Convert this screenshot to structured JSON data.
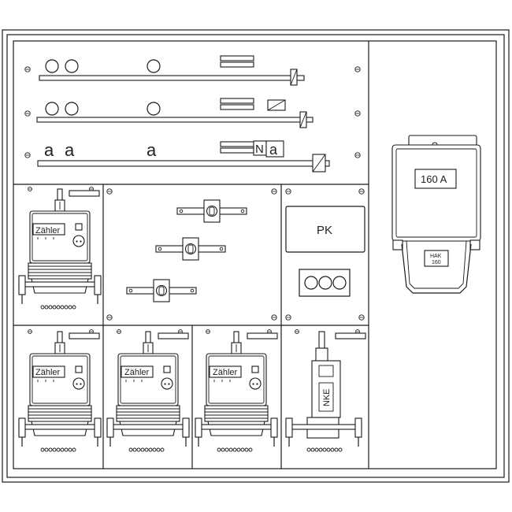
{
  "labels": {
    "meter": "Zähler",
    "main_fuse_rating": "160 A",
    "hak_line1": "HAK",
    "hak_line2": "160",
    "pk": "PK",
    "neutral": "N",
    "nke": "NKE"
  },
  "colors": {
    "line": "#1a1a1a",
    "background": "#ffffff"
  }
}
